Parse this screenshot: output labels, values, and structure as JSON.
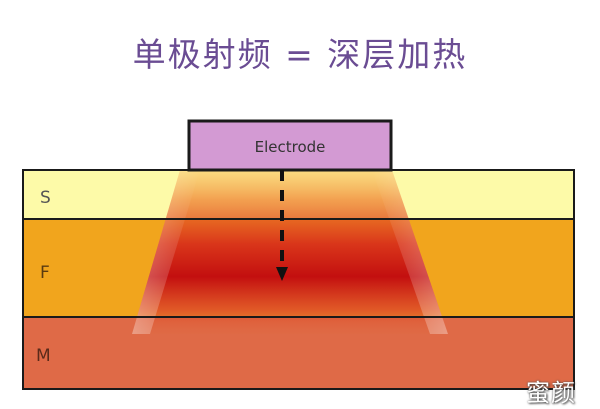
{
  "title": "单极射频 = 深层加热",
  "electrode": {
    "label": "Electrode"
  },
  "layers": [
    {
      "key": "s",
      "label": "S",
      "color": "#fdfaa8"
    },
    {
      "key": "f",
      "label": "F",
      "color": "#f1a51d"
    },
    {
      "key": "m",
      "label": "M",
      "color": "#df6a47"
    }
  ],
  "colors": {
    "title": "#6a4c93",
    "electrode_fill": "#d39ad3",
    "heat_core": "#c30f0f",
    "outline": "#1a1a1a"
  },
  "watermark": "蜜颜"
}
